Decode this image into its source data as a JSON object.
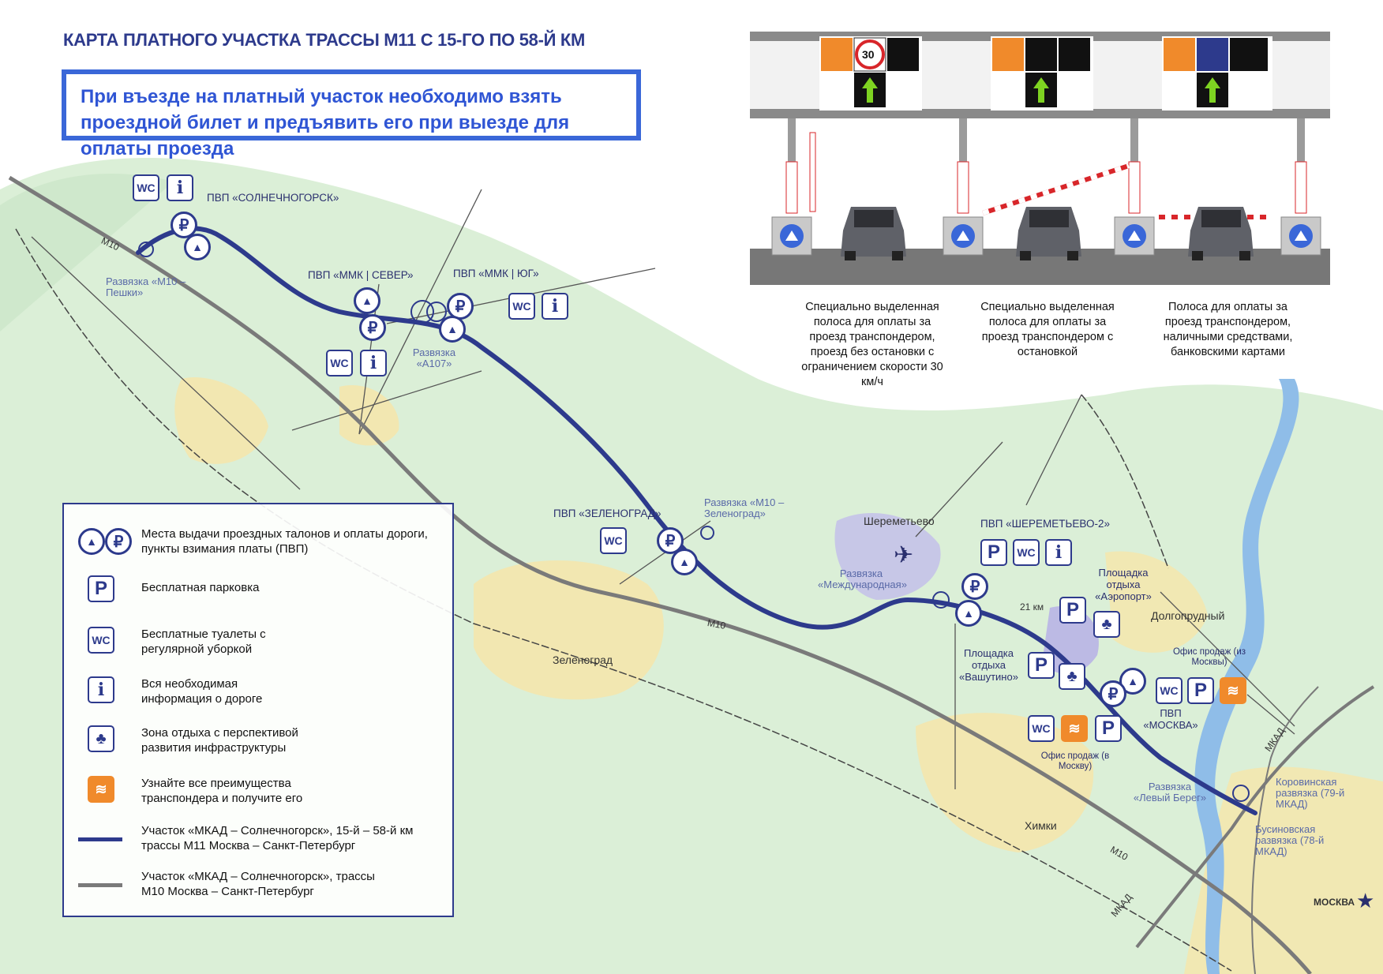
{
  "header": {
    "title": "КАРТА ПЛАТНОГО УЧАСТКА ТРАССЫ М11 С 15-ГО ПО 58-Й КМ",
    "notice": "При въезде на платный участок необходимо взять проездной билет и предъявить его при выезде для оплаты проезда"
  },
  "toll_illustration": {
    "speed_sign": "30",
    "captions": [
      "Специально выделенная полоса для оплаты за проезд транспондером, проезд без остановки с ограничением скорости 30 км/ч",
      "Специально выделенная полоса для оплаты за проезд транспондером с остановкой",
      "Полоса для оплаты за проезд транспондером, наличными средствами, банковскими картами"
    ]
  },
  "icons": {
    "wc": "WC",
    "info": "i",
    "parking": "P",
    "ruble": "₽",
    "gate": "▲",
    "tree": "♣",
    "transponder": "≋",
    "plane": "✈",
    "star": "★"
  },
  "map_labels": {
    "pvp_solnechnogorsk": "ПВП «СОЛНЕЧНОГОРСК»",
    "pvp_mmk_north": "ПВП «ММК | СЕВЕР»",
    "pvp_mmk_south": "ПВП «ММК | ЮГ»",
    "pvp_zelenograd": "ПВП «ЗЕЛЕНОГРАД»",
    "pvp_sheremetyevo2": "ПВП «ШЕРЕМЕТЬЕВО-2»",
    "pvp_moscow": "ПВП «МОСКВА»",
    "pvp_moscow_prefix": "ПВП",
    "pvp_moscow_name": "«МОСКВА»",
    "junction_peshki": "Развязка «М10 – Пешки»",
    "junction_a107": "Развязка «А107»",
    "junction_zelenograd": "Развязка «М10 – Зеленоград»",
    "junction_international": "Развязка «Международная»",
    "junction_left_bank": "Развязка «Левый Берег»",
    "junction_korovinskaya": "Коровинская развязка (79-й МКАД)",
    "junction_businovskaya": "Бусиновская развязка (78-й МКАД)",
    "area_airport": "Площадка отдыха «Аэропорт»",
    "area_vashutino": "Площадка отдыха «Вашутино»",
    "office_from_moscow": "Офис продаж (из Москвы)",
    "office_to_moscow": "Офис продаж (в Москву)",
    "km_21": "21 км",
    "sheremetyevo": "Шереметьево",
    "zelenograd": "Зеленоград",
    "dolgoprudny": "Долгопрудный",
    "khimki": "Химки",
    "moscow": "МОСКВА",
    "m10_a": "М10",
    "m10_b": "М10",
    "m10_c": "М10",
    "mkad_a": "МКАД",
    "mkad_b": "МКАД"
  },
  "legend": {
    "items": [
      "Места выдачи проездных талонов и оплаты дороги, пункты взимания платы (ПВП)",
      "Бесплатная парковка",
      "Бесплатные туалеты с регулярной уборкой",
      "Вся необходимая информация о дороге",
      "Зона отдыха с перспективой развития инфраструктуры",
      "Узнайте все преимущества транспондера и получите его",
      "Участок «МКАД – Солнечногорск», 15-й – 58-й км трассы М11 Москва – Санкт-Петербург",
      "Участок «МКАД – Солнечногорск», трассы М10 Москва – Санкт-Петербург"
    ]
  },
  "colors": {
    "m11_route": "#2d3a8c",
    "m10_route": "#7a7a7a",
    "forest": "#d6ecd2",
    "urban": "#f5e5a8",
    "airport": "#b8b4e6",
    "water": "#8fbde8",
    "accent_blue": "#3a67d8",
    "orange": "#f08a2b"
  }
}
